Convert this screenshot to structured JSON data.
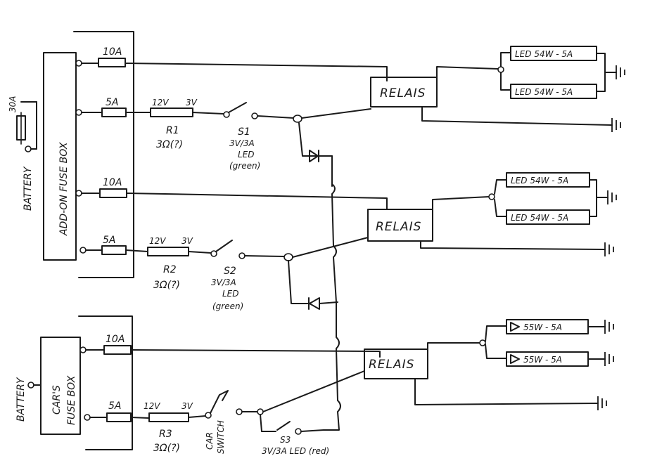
{
  "battery_top": {
    "label": "BATTERY",
    "fuse": "30A"
  },
  "addon_box": {
    "label": "ADD-ON FUSE BOX"
  },
  "cars_box": {
    "label_line1": "CAR'S",
    "label_line2": "FUSE BOX"
  },
  "battery_bottom": {
    "label": "BATTERY"
  },
  "circuit1": {
    "fuse_main": "10A",
    "fuse_ctrl": "5A",
    "res_v_in": "12V",
    "res_v_out": "3V",
    "res_name": "R1",
    "res_val": "3Ω(?)",
    "sw_name": "S1",
    "sw_spec": "3V/3A",
    "sw_led": "LED",
    "sw_color": "(green)",
    "relay": "RELAIS",
    "load_a": "LED 54W - 5A",
    "load_b": "LED 54W - 5A"
  },
  "circuit2": {
    "fuse_main": "10A",
    "fuse_ctrl": "5A",
    "res_v_in": "12V",
    "res_v_out": "3V",
    "res_name": "R2",
    "res_val": "3Ω(?)",
    "sw_name": "S2",
    "sw_spec": "3V/3A",
    "sw_led": "LED",
    "sw_color": "(green)",
    "relay": "RELAIS",
    "load_a": "LED 54W - 5A",
    "load_b": "LED 54W - 5A"
  },
  "circuit3": {
    "fuse_main": "10A",
    "fuse_ctrl": "5A",
    "res_v_in": "12V",
    "res_v_out": "3V",
    "res_name": "R3",
    "res_val": "3Ω(?)",
    "car_switch_1": "CAR",
    "car_switch_2": "SWITCH",
    "sw_name": "S3",
    "sw_spec": "3V/3A LED (red)",
    "relay": "RELAIS",
    "load_a": "55W - 5A",
    "load_b": "55W - 5A"
  }
}
